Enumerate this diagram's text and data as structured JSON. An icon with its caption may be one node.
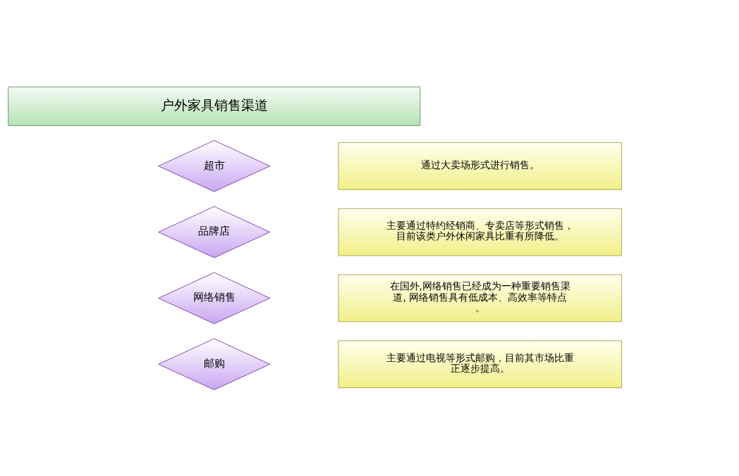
{
  "diagram": {
    "nodes": [
      {
        "text": [
          "户外家具销售渠道"
        ]
      },
      {
        "text": [
          "超市"
        ]
      },
      {
        "text": [
          "通过大卖场形式进行销售。"
        ]
      },
      {
        "text": [
          "品牌店"
        ]
      },
      {
        "text": [
          "主要通过特约经销商、专卖店等形式销售，目前该类户外休闲家具比重有所降低。"
        ]
      },
      {
        "text": [
          "网络销售"
        ]
      },
      {
        "text": [
          "在国外,网络销售已经成为一种重要销售渠道, 网络销售具有低成本、高效率等特点。"
        ]
      },
      {
        "text": [
          "邮购"
        ]
      },
      {
        "text": [
          "主要通过电视等形式邮购，目前其市场比重正逐步提高。"
        ]
      }
    ]
  }
}
